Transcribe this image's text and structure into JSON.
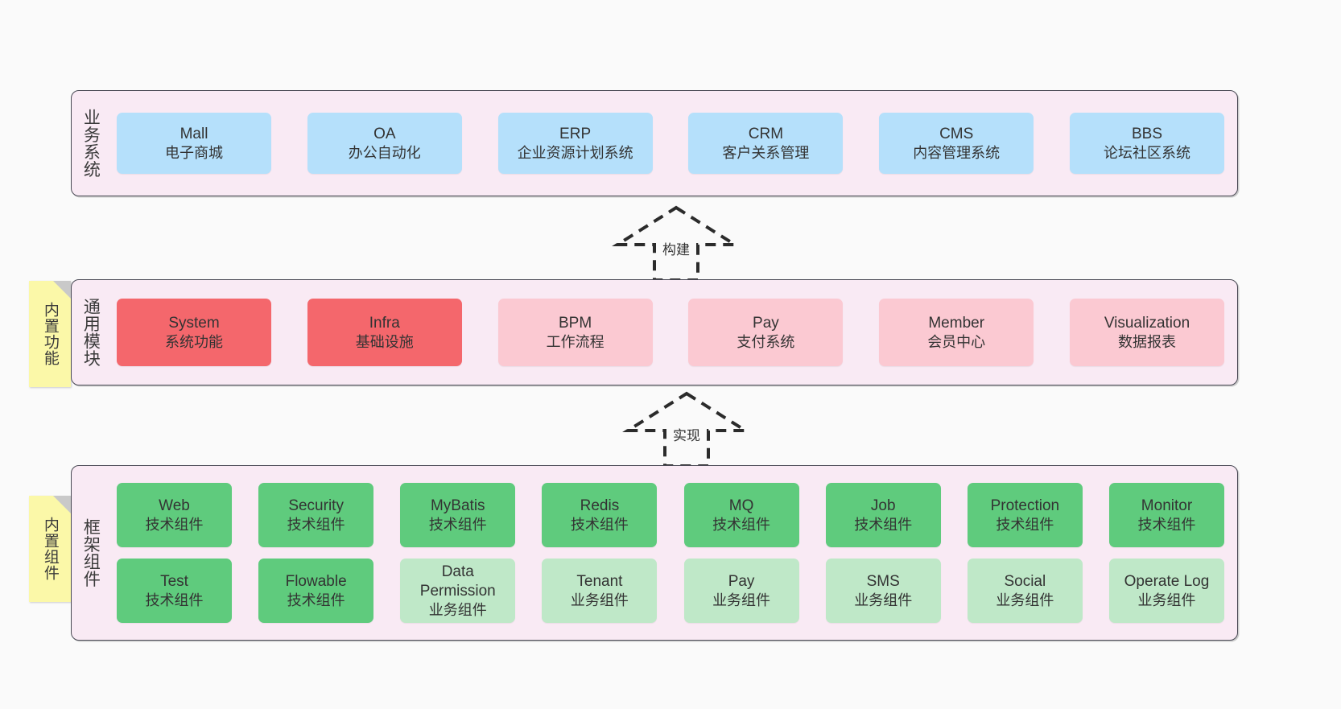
{
  "diagram": {
    "background": "#fafafa",
    "tier_bg": "#f9eaf4",
    "tier_border": "#4a4a55",
    "sticky_bg": "#fbf8a8",
    "colors": {
      "blue": "#b5e0fb",
      "red": "#f4676c",
      "pink": "#fbc9d2",
      "green": "#5fcb7d",
      "mint": "#bfe8c8"
    }
  },
  "tiers": [
    {
      "id": "business",
      "label": "业务系统",
      "cards": [
        {
          "title": "Mall",
          "subtitle": "电子商城",
          "color": "blue"
        },
        {
          "title": "OA",
          "subtitle": "办公自动化",
          "color": "blue"
        },
        {
          "title": "ERP",
          "subtitle": "企业资源计划系统",
          "color": "blue"
        },
        {
          "title": "CRM",
          "subtitle": "客户关系管理",
          "color": "blue"
        },
        {
          "title": "CMS",
          "subtitle": "内容管理系统",
          "color": "blue"
        },
        {
          "title": "BBS",
          "subtitle": "论坛社区系统",
          "color": "blue"
        }
      ]
    },
    {
      "id": "modules",
      "label": "通用模块",
      "sticky": "内置功能",
      "cards": [
        {
          "title": "System",
          "subtitle": "系统功能",
          "color": "red"
        },
        {
          "title": "Infra",
          "subtitle": "基础设施",
          "color": "red"
        },
        {
          "title": "BPM",
          "subtitle": "工作流程",
          "color": "pink"
        },
        {
          "title": "Pay",
          "subtitle": "支付系统",
          "color": "pink"
        },
        {
          "title": "Member",
          "subtitle": "会员中心",
          "color": "pink"
        },
        {
          "title": "Visualization",
          "subtitle": "数据报表",
          "color": "pink"
        }
      ]
    },
    {
      "id": "framework",
      "label": "框架组件",
      "sticky": "内置组件",
      "row1": [
        {
          "title": "Web",
          "subtitle": "技术组件",
          "color": "green"
        },
        {
          "title": "Security",
          "subtitle": "技术组件",
          "color": "green"
        },
        {
          "title": "MyBatis",
          "subtitle": "技术组件",
          "color": "green"
        },
        {
          "title": "Redis",
          "subtitle": "技术组件",
          "color": "green"
        },
        {
          "title": "MQ",
          "subtitle": "技术组件",
          "color": "green"
        },
        {
          "title": "Job",
          "subtitle": "技术组件",
          "color": "green"
        },
        {
          "title": "Protection",
          "subtitle": "技术组件",
          "color": "green"
        },
        {
          "title": "Monitor",
          "subtitle": "技术组件",
          "color": "green"
        }
      ],
      "row2": [
        {
          "title": "Test",
          "subtitle": "技术组件",
          "color": "green"
        },
        {
          "title": "Flowable",
          "subtitle": "技术组件",
          "color": "green"
        },
        {
          "title": "Data Permission",
          "subtitle": "业务组件",
          "color": "mint"
        },
        {
          "title": "Tenant",
          "subtitle": "业务组件",
          "color": "mint"
        },
        {
          "title": "Pay",
          "subtitle": "业务组件",
          "color": "mint"
        },
        {
          "title": "SMS",
          "subtitle": "业务组件",
          "color": "mint"
        },
        {
          "title": "Social",
          "subtitle": "业务组件",
          "color": "mint"
        },
        {
          "title": "Operate Log",
          "subtitle": "业务组件",
          "color": "mint"
        }
      ]
    }
  ],
  "connectors": [
    {
      "id": "build",
      "label": "构建"
    },
    {
      "id": "realize",
      "label": "实现"
    }
  ]
}
